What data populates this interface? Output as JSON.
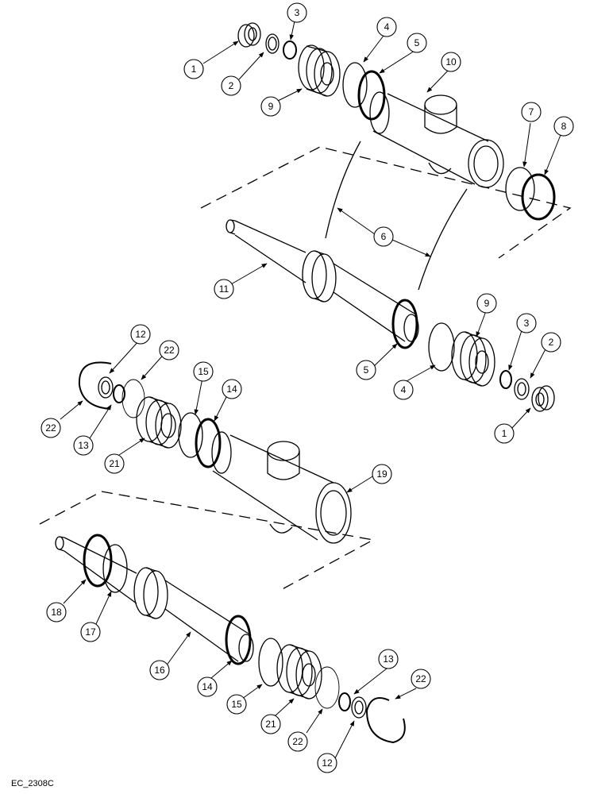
{
  "document": {
    "code": "EC_2308C"
  },
  "callouts": {
    "c1": "1",
    "c2": "2",
    "c3": "3",
    "c4": "4",
    "c5": "5",
    "c6": "6",
    "c7": "7",
    "c8": "8",
    "c9": "9",
    "c10": "10",
    "c11": "11",
    "c12": "12",
    "c13": "13",
    "c14": "14",
    "c15": "15",
    "c16": "16",
    "c17": "17",
    "c18": "18",
    "c19": "19",
    "c21": "21",
    "c22": "22"
  }
}
